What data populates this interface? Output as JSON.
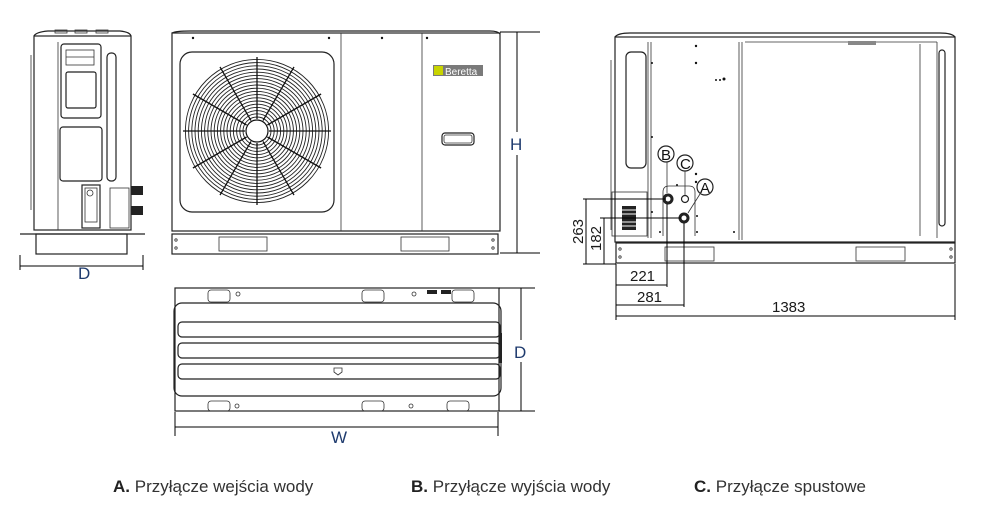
{
  "diagram": {
    "subject": "Heat pump outdoor unit dimensional drawing",
    "brand_label": "Beretta",
    "brand_color": "#c8d400",
    "views": [
      {
        "name": "side-view",
        "dimension_labels": [
          "D"
        ]
      },
      {
        "name": "front-view",
        "dimension_labels": [
          "H"
        ]
      },
      {
        "name": "top-view",
        "dimension_labels": [
          "D",
          "W"
        ]
      },
      {
        "name": "rear-view",
        "dimension_labels": [
          "263",
          "182",
          "221",
          "281",
          "1383"
        ],
        "connection_markers": [
          "A",
          "B",
          "C"
        ]
      }
    ],
    "dimensions": {
      "side_depth": "D",
      "front_height": "H",
      "top_depth": "D",
      "top_width": "W",
      "rear_height_B": "263",
      "rear_height_A": "182",
      "rear_offset_B": "221",
      "rear_offset_A": "281",
      "rear_total_width": "1383"
    },
    "markers": {
      "A": "A",
      "B": "B",
      "C": "C"
    }
  },
  "legend": [
    {
      "key": "A.",
      "text": "Przyłącze wejścia wody"
    },
    {
      "key": "B.",
      "text": "Przyłącze wyjścia wody"
    },
    {
      "key": "C.",
      "text": "Przyłącze spustowe"
    }
  ]
}
